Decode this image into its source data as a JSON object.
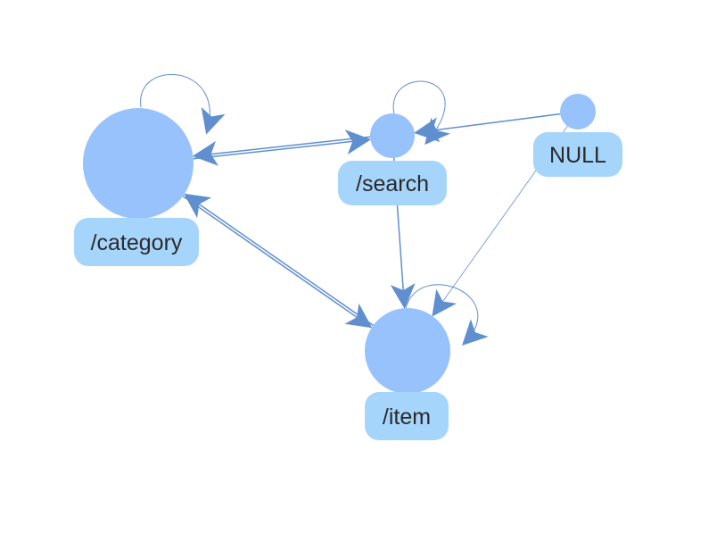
{
  "diagram": {
    "type": "directed-graph",
    "colors": {
      "node_fill": "#97c2fc",
      "label_bg": "#a6d5fc",
      "edge": "#5f8fcf",
      "text": "#2a2a2a"
    },
    "nodes": [
      {
        "id": "category",
        "label": "/category"
      },
      {
        "id": "search",
        "label": "/search"
      },
      {
        "id": "null",
        "label": "NULL"
      },
      {
        "id": "item",
        "label": "/item"
      }
    ],
    "edges": [
      {
        "from": "category",
        "to": "category"
      },
      {
        "from": "category",
        "to": "search"
      },
      {
        "from": "search",
        "to": "category"
      },
      {
        "from": "search",
        "to": "search"
      },
      {
        "from": "null",
        "to": "search"
      },
      {
        "from": "search",
        "to": "item"
      },
      {
        "from": "category",
        "to": "item"
      },
      {
        "from": "item",
        "to": "category"
      },
      {
        "from": "null",
        "to": "item"
      },
      {
        "from": "item",
        "to": "item"
      }
    ]
  }
}
